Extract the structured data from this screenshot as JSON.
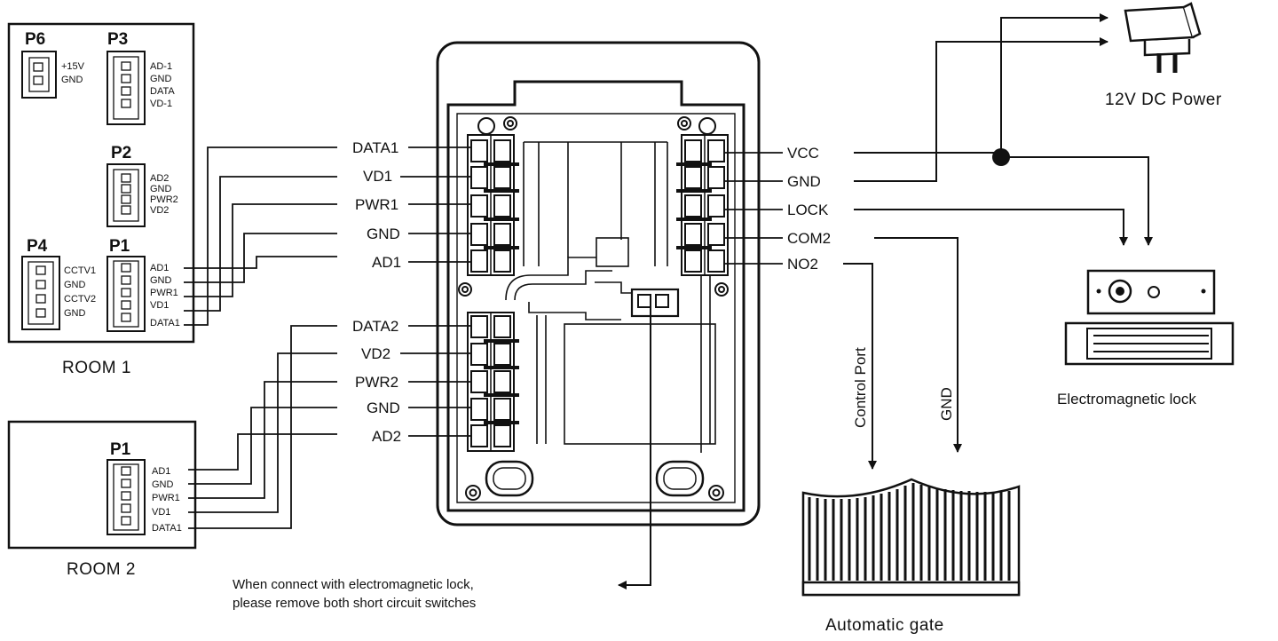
{
  "room1": {
    "caption": "ROOM 1",
    "p6": {
      "title": "P6",
      "pins": [
        "+15V",
        "GND"
      ]
    },
    "p3": {
      "title": "P3",
      "pins": [
        "AD-1",
        "GND",
        "DATA",
        "VD-1"
      ]
    },
    "p2": {
      "title": "P2",
      "pins": [
        "AD2",
        "GND",
        "PWR2",
        "VD2"
      ]
    },
    "p4": {
      "title": "P4",
      "pins": [
        "CCTV1",
        "GND",
        "CCTV2",
        "GND"
      ]
    },
    "p1": {
      "title": "P1",
      "pins": [
        "AD1",
        "GND",
        "PWR1",
        "VD1",
        "DATA1"
      ]
    }
  },
  "room2": {
    "caption": "ROOM 2",
    "p1": {
      "title": "P1",
      "pins": [
        "AD1",
        "GND",
        "PWR1",
        "VD1",
        "DATA1"
      ]
    }
  },
  "left_terminals_top": [
    "DATA1",
    "VD1",
    "PWR1",
    "GND",
    "AD1"
  ],
  "left_terminals_bottom": [
    "DATA2",
    "VD2",
    "PWR2",
    "GND",
    "AD2"
  ],
  "right_terminals": [
    "VCC",
    "GND",
    "LOCK",
    "COM2",
    "NO2"
  ],
  "power": {
    "label": "12V DC Power"
  },
  "lock": {
    "label": "Electromagnetic lock"
  },
  "gate": {
    "label": "Automatic gate",
    "control_port": "Control Port",
    "gnd": "GND"
  },
  "note": {
    "line1": "When connect with electromagnetic lock,",
    "line2": "please remove both short circuit switches"
  }
}
